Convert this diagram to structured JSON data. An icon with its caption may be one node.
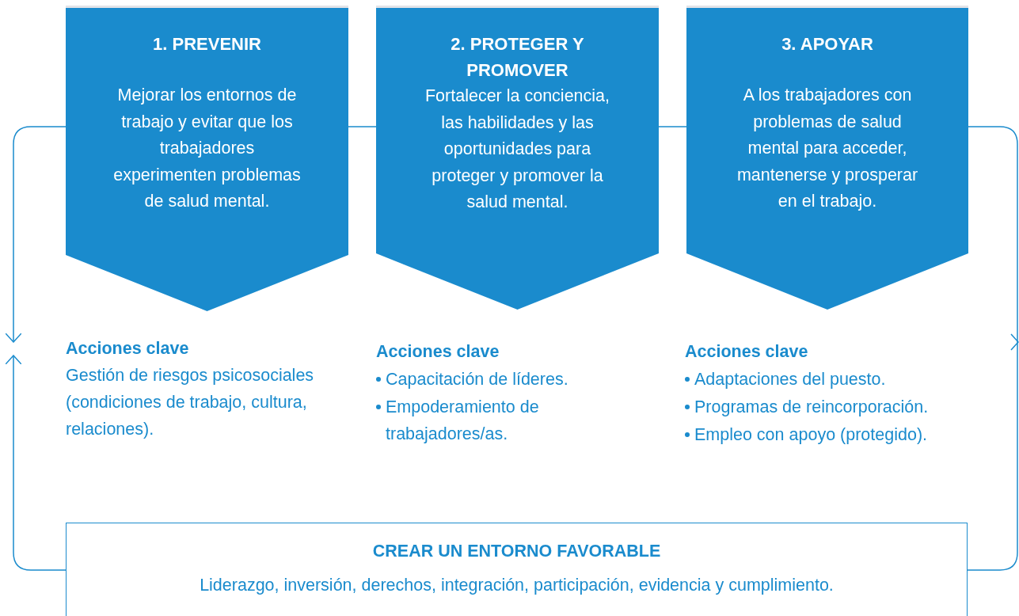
{
  "diagram": {
    "nodes": [
      {
        "text": [
          "1. PREVENIR",
          "Mejorar los entornos de trabajo y evitar que los trabajadores experimenten problemas de salud mental."
        ],
        "beside": [
          "Acciones clave",
          "Gestión de riesgos psicosociales (condiciones de trabajo, cultura, relaciones)."
        ]
      },
      {
        "text": [
          "2. PROTEGER Y PROMOVER",
          "Fortalecer la conciencia, las habilidades y las oportunidades para proteger y promover la salud mental."
        ],
        "beside": [
          "Acciones clave",
          "Capacitación de líderes.",
          "Empoderamiento de trabajadores/as."
        ]
      },
      {
        "text": [
          "3. APOYAR",
          "A los trabajadores con problemas de salud mental para acceder, mantenerse y prosperar en el trabajo."
        ],
        "beside": [
          "Acciones clave",
          "Adaptaciones del puesto.",
          "Programas de reincorporación.",
          "Empleo con apoyo (protegido)."
        ]
      },
      {
        "text": [
          "CREAR UN ENTORNO FAVORABLE",
          "Liderazgo, inversión, derechos, integración, participación, evidencia y cumplimiento."
        ]
      }
    ],
    "edges": [
      {
        "from": 0,
        "to": null,
        "arrow": "to"
      },
      {
        "from": 3,
        "to": null,
        "arrow": "to"
      },
      {
        "from": 0,
        "to": 1,
        "arrow": "none"
      },
      {
        "from": 1,
        "to": 2,
        "arrow": "none"
      },
      {
        "from": 2,
        "to": 3,
        "arrow": "none"
      }
    ]
  }
}
